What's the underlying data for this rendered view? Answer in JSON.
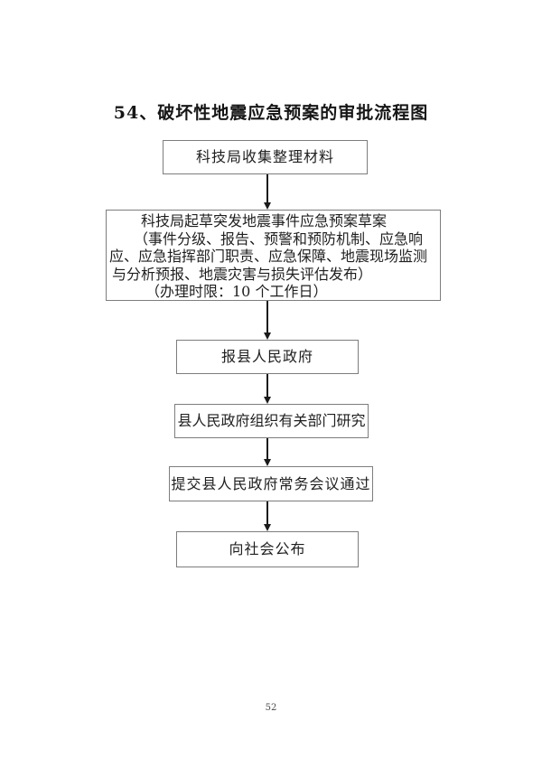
{
  "document": {
    "title": "54、破坏性地震应急预案的审批流程图",
    "page_number": "52"
  },
  "flowchart": {
    "step1": {
      "label": "科技局收集整理材料"
    },
    "step2": {
      "line1": "科技局起草突发地震事件应急预案草案",
      "line2": "（事件分级、报告、预警和预防机制、应急响",
      "line3": "应、应急指挥部门职责、应急保障、地震现场监测",
      "line4": "与分析预报、地震灾害与损失评估发布）",
      "line5": "（办理时限：10 个工作日）"
    },
    "step3": {
      "label": "报县人民政府"
    },
    "step4": {
      "label": "县人民政府组织有关部门研究"
    },
    "step5": {
      "label": "提交县人民政府常务会议通过"
    },
    "step6": {
      "label": "向社会公布"
    }
  },
  "colors": {
    "box_border": "#7d7d7d",
    "text": "#1f1f1f",
    "arrow": "#1a1a1a",
    "background": "#ffffff"
  }
}
